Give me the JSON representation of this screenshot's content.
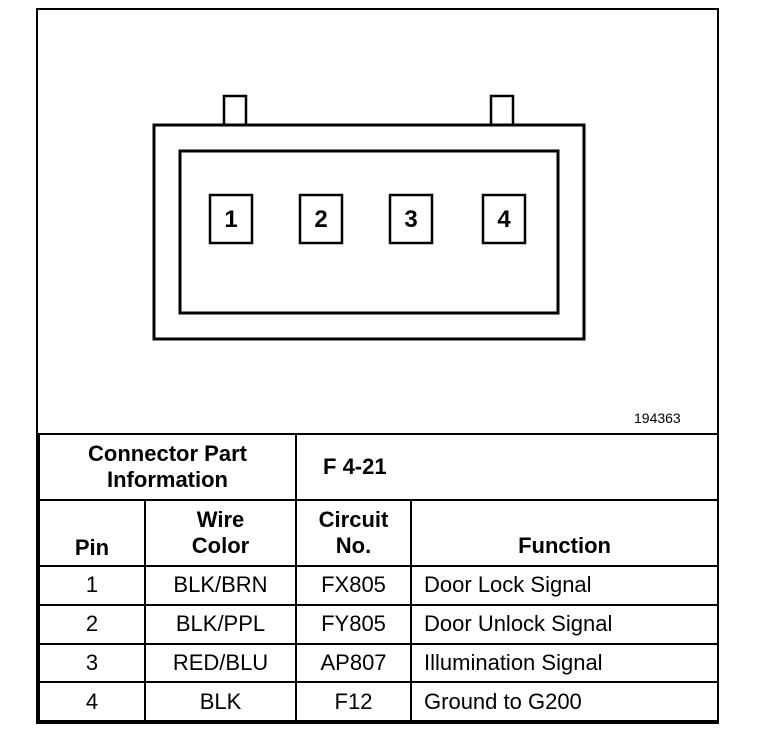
{
  "diagram": {
    "pins": [
      "1",
      "2",
      "3",
      "4"
    ],
    "figure_id": "194363"
  },
  "connector": {
    "part_label_line1": "Connector Part",
    "part_label_line2": "Information",
    "part_value": "F 4-21"
  },
  "table": {
    "headers": {
      "pin": "Pin",
      "wire_color_line1": "Wire",
      "wire_color_line2": "Color",
      "circuit_line1": "Circuit",
      "circuit_line2": "No.",
      "function": "Function"
    },
    "rows": [
      {
        "pin": "1",
        "wire_color": "BLK/BRN",
        "circuit": "FX805",
        "function": "Door Lock Signal"
      },
      {
        "pin": "2",
        "wire_color": "BLK/PPL",
        "circuit": "FY805",
        "function": "Door Unlock Signal"
      },
      {
        "pin": "3",
        "wire_color": "RED/BLU",
        "circuit": "AP807",
        "function": "Illumination Signal"
      },
      {
        "pin": "4",
        "wire_color": "BLK",
        "circuit": "F12",
        "function": "Ground to G200"
      }
    ]
  }
}
